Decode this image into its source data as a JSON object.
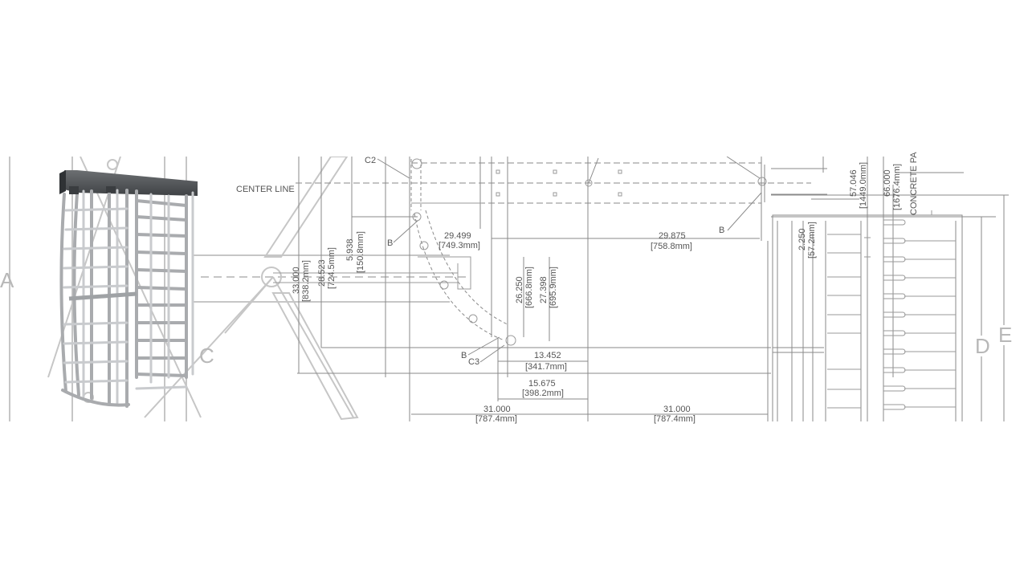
{
  "labels": {
    "center_line": "CENTER LINE",
    "concrete_pad": "CONCRETE PA",
    "c2": "C2",
    "c3": "C3",
    "b_left": "B",
    "b_bottom": "B",
    "b_right": "B"
  },
  "views": {
    "a": "A",
    "c": "C",
    "d": "D",
    "e": "E"
  },
  "dimensions": {
    "d_33000": {
      "value": "33.000",
      "mm": "[838.2mm]"
    },
    "d_28523": {
      "value": "28.523",
      "mm": "[724.5mm]"
    },
    "d_5938": {
      "value": "5.938",
      "mm": "[150.8mm]"
    },
    "d_29499": {
      "value": "29.499",
      "mm": "[749.3mm]"
    },
    "d_29875": {
      "value": "29.875",
      "mm": "[758.8mm]"
    },
    "d_26250": {
      "value": "26.250",
      "mm": "[666.8mm]"
    },
    "d_27398": {
      "value": "27.398",
      "mm": "[695.9mm]"
    },
    "d_13452": {
      "value": "13.452",
      "mm": "[341.7mm]"
    },
    "d_15675": {
      "value": "15.675",
      "mm": "[398.2mm]"
    },
    "d_31000_left": {
      "value": "31.000",
      "mm": "[787.4mm]"
    },
    "d_31000_right": {
      "value": "31.000",
      "mm": "[787.4mm]"
    },
    "d_2250": {
      "value": "2.250",
      "mm": "[57.2mm]"
    },
    "d_57046": {
      "value": "57.046",
      "mm": "[1449.0mm]"
    },
    "d_66000": {
      "value": "66.000",
      "mm": "[1676.4mm]"
    }
  }
}
